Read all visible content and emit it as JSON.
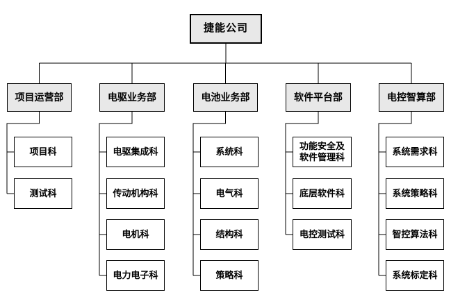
{
  "diagram": {
    "type": "org-chart",
    "root": {
      "label": "捷能公司"
    },
    "departments": [
      {
        "label": "项目运营部",
        "children": [
          "项目科",
          "测试科"
        ]
      },
      {
        "label": "电驱业务部",
        "children": [
          "电驱集成科",
          "传动机构科",
          "电机科",
          "电力电子科"
        ]
      },
      {
        "label": "电池业务部",
        "children": [
          "系统科",
          "电气科",
          "结构科",
          "策略科"
        ]
      },
      {
        "label": "软件平台部",
        "children": [
          "功能安全及\n软件管理科",
          "底层软件科",
          "电控测试科"
        ]
      },
      {
        "label": "电控智算部",
        "children": [
          "系统需求科",
          "系统策略科",
          "智控算法科",
          "系统标定科"
        ]
      }
    ],
    "colors": {
      "background": "#ffffff",
      "root_fill": "#e8e8e8",
      "department_fill": "#e8e8e8",
      "section_fill": "#ffffff",
      "border": "#000000",
      "connector": "#000000",
      "text": "#000000"
    }
  }
}
